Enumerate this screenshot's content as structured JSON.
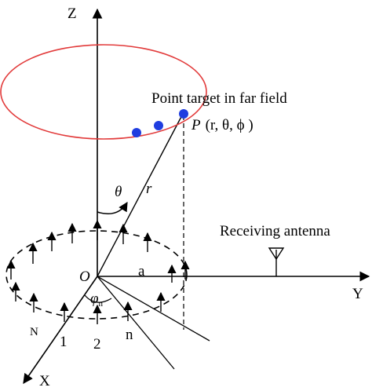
{
  "axes": {
    "z": "Z",
    "y": "Y",
    "x": "X"
  },
  "origin": "O",
  "radius_label": "a",
  "range_label": "r",
  "theta_label": "θ",
  "phi_label": "φ",
  "phi_sub": "n",
  "target": {
    "caption": "Point target in far field",
    "point_label": "P",
    "coords": "(r, θ, ϕ )"
  },
  "receiver_caption": "Receiving antenna",
  "elements": {
    "n1": "1",
    "n2": "2",
    "nn": "n",
    "nN": "N"
  },
  "colors": {
    "circle": "#e23b3b",
    "points": "#1f3de0",
    "lines": "#000000"
  }
}
